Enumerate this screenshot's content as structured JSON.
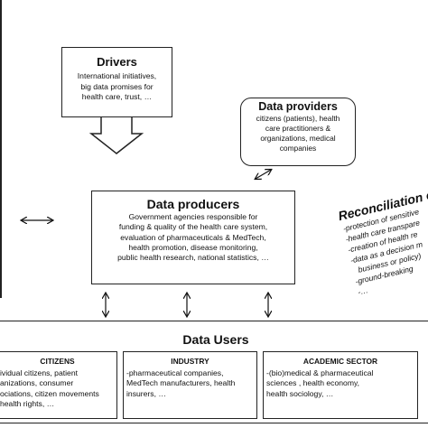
{
  "drivers": {
    "title": "Drivers",
    "lines": [
      "International initiatives,",
      "big data promises for",
      "health care, trust, …"
    ]
  },
  "providers": {
    "title": "Data providers",
    "lines": [
      "citizens (patients), health",
      "care practitioners &",
      "organizations, medical",
      "companies"
    ]
  },
  "producers": {
    "title": "Data producers",
    "lines": [
      "Government agencies responsible for",
      "funding & quality of the health care system,",
      "evaluation of pharmaceuticals & MedTech,",
      "health promotion, disease monitoring,",
      "public health research, national statistics, …"
    ]
  },
  "users": {
    "title": "Data Users",
    "columns": [
      {
        "heading": "CITIZENS",
        "lines": [
          "ividual citizens, patient",
          "anizations, consumer",
          "ociations, citizen movements",
          "health rights, …"
        ]
      },
      {
        "heading": "INDUSTRY",
        "lines": [
          "-pharmaceutical companies,",
          "MedTech manufacturers, health",
          "insurers, …"
        ]
      },
      {
        "heading": "ACADEMIC SECTOR",
        "lines": [
          "-(bio)medical & pharmaceutical",
          "sciences , health economy,",
          "health sociology, …"
        ]
      }
    ]
  },
  "reconciliation": {
    "title": "Reconciliation of",
    "items": [
      "-protection of sensitive",
      "-health care transpare",
      "-creation of health re",
      "-data as a decision m",
      "business or policy)",
      "-ground-breaking",
      "-…"
    ]
  }
}
